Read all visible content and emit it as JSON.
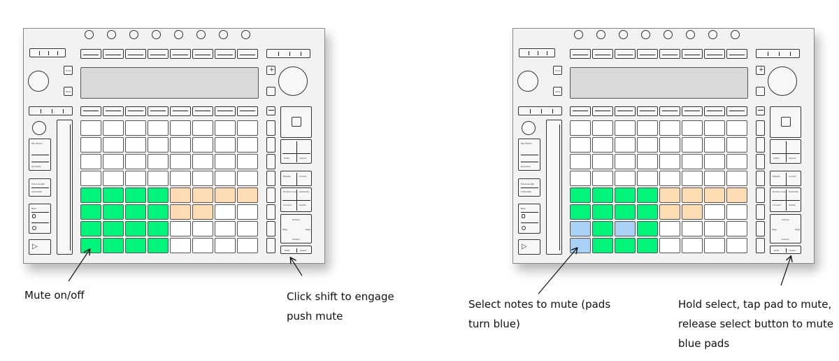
{
  "colors": {
    "green": "#00f57a",
    "orange": "#fddcb4",
    "blue": "#a9d0f5",
    "white": "#ffffff"
  },
  "devices": [
    {
      "id": "left",
      "pad_rows": [
        [
          "white",
          "white",
          "white",
          "white",
          "white",
          "white",
          "white",
          "white"
        ],
        [
          "white",
          "white",
          "white",
          "white",
          "white",
          "white",
          "white",
          "white"
        ],
        [
          "white",
          "white",
          "white",
          "white",
          "white",
          "white",
          "white",
          "white"
        ],
        [
          "white",
          "white",
          "white",
          "white",
          "white",
          "white",
          "white",
          "white"
        ],
        [
          "green",
          "green",
          "green",
          "green",
          "orange",
          "orange",
          "orange",
          "orange"
        ],
        [
          "green",
          "green",
          "green",
          "green",
          "orange",
          "orange",
          "white",
          "white"
        ],
        [
          "green",
          "green",
          "green",
          "green",
          "white",
          "white",
          "white",
          "white"
        ],
        [
          "green",
          "green",
          "green",
          "green",
          "white",
          "white",
          "white",
          "white"
        ]
      ]
    },
    {
      "id": "right",
      "pad_rows": [
        [
          "white",
          "white",
          "white",
          "white",
          "white",
          "white",
          "white",
          "white"
        ],
        [
          "white",
          "white",
          "white",
          "white",
          "white",
          "white",
          "white",
          "white"
        ],
        [
          "white",
          "white",
          "white",
          "white",
          "white",
          "white",
          "white",
          "white"
        ],
        [
          "white",
          "white",
          "white",
          "white",
          "white",
          "white",
          "white",
          "white"
        ],
        [
          "green",
          "green",
          "green",
          "green",
          "orange",
          "orange",
          "orange",
          "orange"
        ],
        [
          "green",
          "green",
          "green",
          "green",
          "orange",
          "orange",
          "white",
          "white"
        ],
        [
          "blue",
          "green",
          "blue",
          "green",
          "white",
          "white",
          "white",
          "white"
        ],
        [
          "blue",
          "green",
          "green",
          "green",
          "white",
          "white",
          "white",
          "white"
        ]
      ]
    }
  ],
  "device_labels": {
    "undo": "Undo",
    "save": "Save",
    "tap_tempo": "Tap Tempo",
    "quantize": "Quantize",
    "fixed_length": "Fixed Length",
    "automate": "Automate",
    "new": "New",
    "scale": "Scale",
    "layout": "Layout",
    "repeat": "Repeat",
    "accent": "Accent",
    "double_loop": "Double Loop",
    "duplicate": "Duplicate",
    "convert": "Convert",
    "delete": "Delete",
    "octave": "Octave",
    "page": "Page",
    "shift": "Shift",
    "select": "Select"
  },
  "annotations": {
    "mute_on_off": "Mute on/off",
    "click_shift": [
      "Click shift to engage",
      "push mute"
    ],
    "select_notes": [
      "Select notes to mute (pads",
      "turn blue)"
    ],
    "hold_select": [
      "Hold select, tap pad to mute,",
      "release select button to mute",
      "blue pads"
    ]
  }
}
